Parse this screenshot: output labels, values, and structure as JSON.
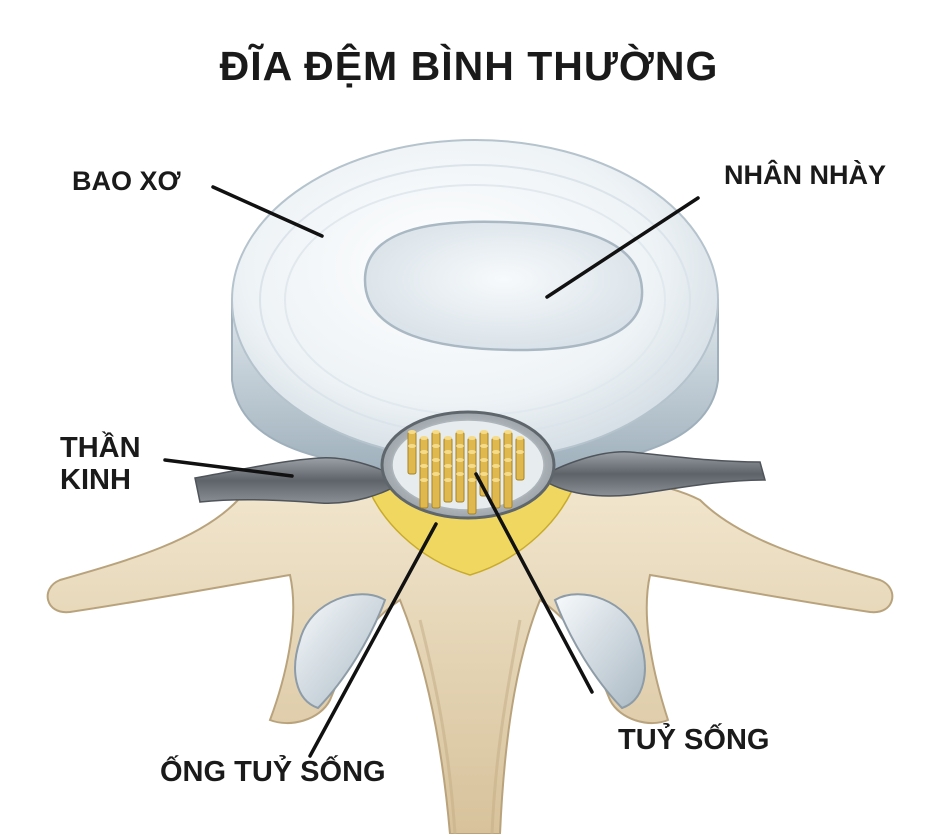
{
  "title": "ĐĨA ĐỆM BÌNH THƯỜNG",
  "labels": {
    "annulus": "BAO XƠ",
    "nucleus": "NHÂN NHÀY",
    "nerve_line1": "THẦN",
    "nerve_line2": "KINH",
    "spinal_cord": "TUỶ SỐNG",
    "spinal_canal": "ỐNG TUỶ SỐNG"
  },
  "colors": {
    "disc": "#eef3f6",
    "disc_shade": "#a9b8c3",
    "bone": "#e9dcc0",
    "bone_shade": "#b9a37d",
    "nerve": "#6c7176",
    "fat": "#f0d860",
    "cord": "#e0b850",
    "leader": "#111111"
  }
}
